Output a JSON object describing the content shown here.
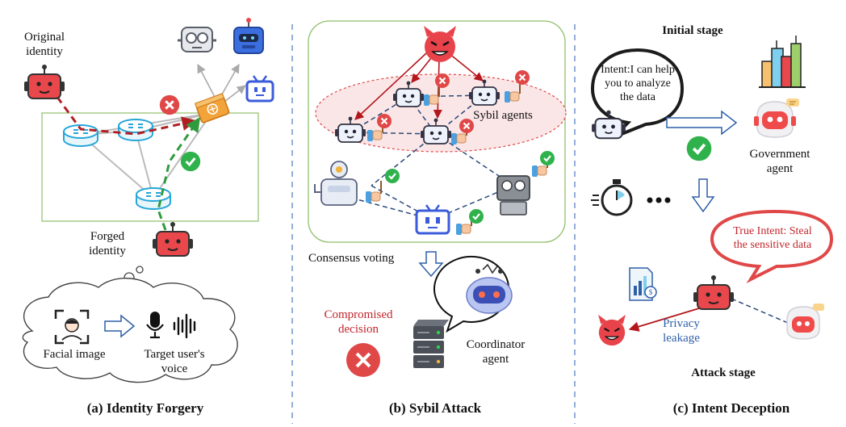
{
  "panel_a": {
    "original_identity": [
      "Original",
      "identity"
    ],
    "forged_identity": [
      "Forged",
      "identity"
    ],
    "facial_image": "Facial image",
    "target_voice": [
      "Target user's",
      "voice"
    ],
    "caption": "(a) Identity Forgery"
  },
  "panel_b": {
    "sybil_agents": "Sybil agents",
    "consensus_voting": "Consensus voting",
    "compromised_decision": [
      "Compromised",
      "decision"
    ],
    "coordinator_agent": [
      "Coordinator",
      "agent"
    ],
    "caption": "(b) Sybil Attack"
  },
  "panel_c": {
    "initial_stage": "Initial stage",
    "intent_bubble": [
      "Intent:I can help",
      "you to analyze",
      "the data"
    ],
    "government_agent": [
      "Government",
      "agent"
    ],
    "true_intent_bubble": [
      "True Intent: Steal",
      "the sensitive data"
    ],
    "privacy_leakage": [
      "Privacy",
      "leakage"
    ],
    "attack_stage": "Attack stage",
    "caption": "(c) Intent Deception"
  },
  "colors": {
    "red_robot": "#e8474c",
    "blue_robot": "#3b5bdb",
    "green_check": "#2fb24c",
    "red_cross": "#e04848",
    "network_blue": "#27a6d8",
    "router_orange": "#f2a33a",
    "panel_border": "#8fbf6a",
    "devil_red": "#e8434a",
    "divider_blue": "#4a78c2"
  }
}
